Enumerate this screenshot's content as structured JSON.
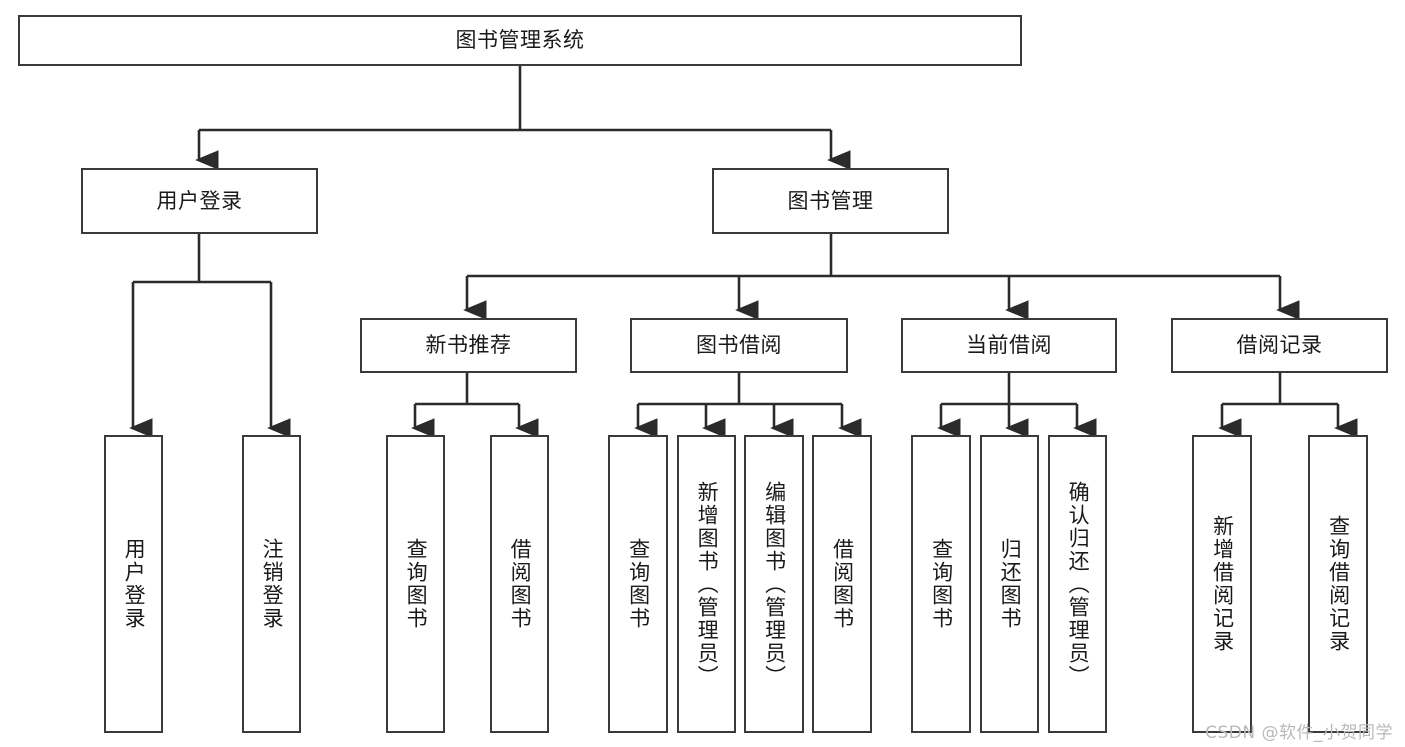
{
  "diagram": {
    "type": "tree",
    "title": "图书管理系统",
    "colors": {
      "box_border": "#3a3a3a",
      "box_fill": "#ffffff",
      "connector": "#2b2b2b",
      "text": "#1a1a1a",
      "watermark": "#b9b9b9",
      "background": "#ffffff"
    },
    "root": {
      "label": "图书管理系统"
    },
    "level2": [
      {
        "label": "用户登录"
      },
      {
        "label": "图书管理"
      }
    ],
    "level3": [
      {
        "label": "新书推荐"
      },
      {
        "label": "图书借阅"
      },
      {
        "label": "当前借阅"
      },
      {
        "label": "借阅记录"
      }
    ],
    "leaves": {
      "user_login": [
        {
          "label": "用户登录"
        },
        {
          "label": "注销登录"
        }
      ],
      "new_book_recommend": [
        {
          "label": "查询图书"
        },
        {
          "label": "借阅图书"
        }
      ],
      "book_borrow": [
        {
          "label": "查询图书"
        },
        {
          "label": "新增图书（管理员）"
        },
        {
          "label": "编辑图书（管理员）"
        },
        {
          "label": "借阅图书"
        }
      ],
      "current_borrow": [
        {
          "label": "查询图书"
        },
        {
          "label": "归还图书"
        },
        {
          "label": "确认归还（管理员）"
        }
      ],
      "borrow_record": [
        {
          "label": "新增借阅记录"
        },
        {
          "label": "查询借阅记录"
        }
      ]
    }
  },
  "watermark": {
    "text": "CSDN @软件_小贺同学"
  }
}
